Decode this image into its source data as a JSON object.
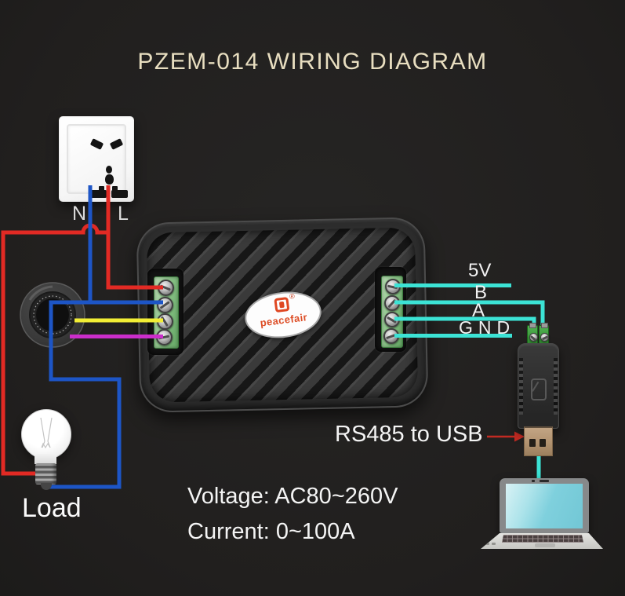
{
  "title": "PZEM-014 WIRING DIAGRAM",
  "socket": {
    "neutral_label": "N",
    "live_label": "L"
  },
  "device": {
    "brand": "peacefair",
    "registered_mark": "®"
  },
  "rs485_pins": {
    "pin1": "5V",
    "pin2": "B",
    "pin3": "A",
    "pin4": "GND"
  },
  "adapter": {
    "label": "RS485 to USB"
  },
  "load": {
    "label": "Load"
  },
  "specs": {
    "voltage": "Voltage: AC80~260V",
    "current": "Current: 0~100A"
  },
  "wires": [
    {
      "name": "live",
      "color": "#e22a24"
    },
    {
      "name": "neutral",
      "color": "#1d55c6"
    },
    {
      "name": "ct-secondary-1",
      "color": "#f2ee35"
    },
    {
      "name": "ct-secondary-2",
      "color": "#cb2ecb"
    },
    {
      "name": "rs485-cyan",
      "color": "#3ce3d5"
    }
  ],
  "colors": {
    "live": "#e22a24",
    "neutral": "#1d55c6",
    "yellow": "#f2ee35",
    "magenta": "#cb2ecb",
    "cyan": "#3ce3d5",
    "arrow": "#c22a22",
    "title": "#e8dec0",
    "background": "#211f1e",
    "terminal_green": "#8cc489"
  }
}
